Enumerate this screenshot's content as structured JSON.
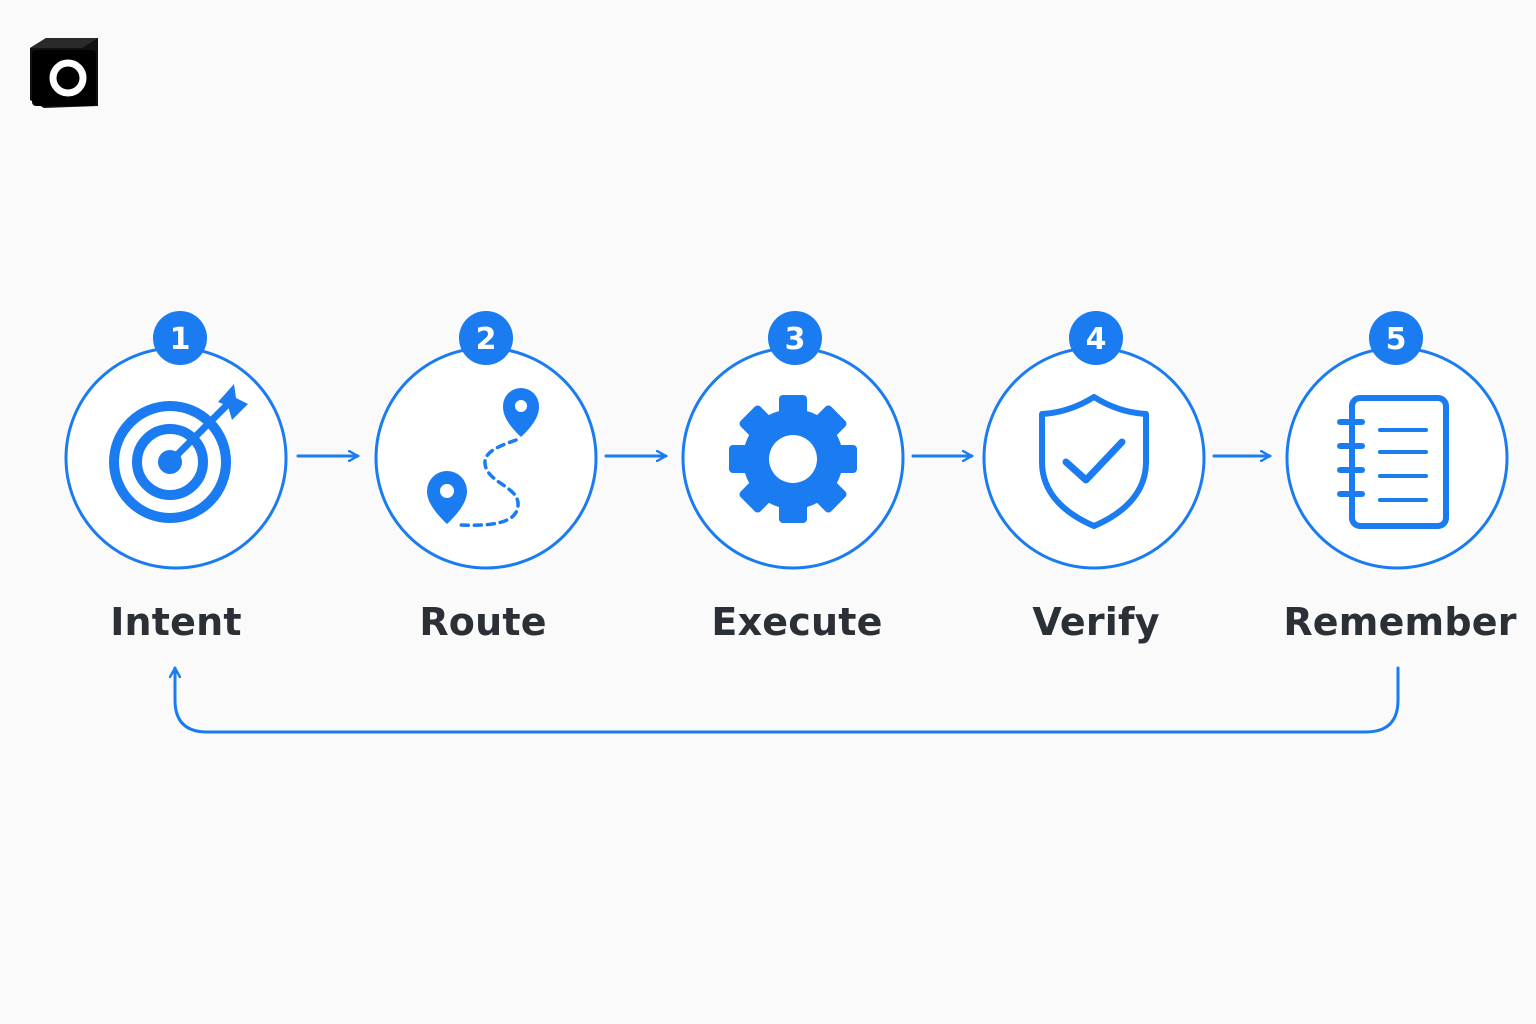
{
  "colors": {
    "accent": "#1a7cf0",
    "text": "#2b2f36",
    "background": "#fafafa"
  },
  "logo": {
    "icon": "camera-box-logo-icon"
  },
  "steps": [
    {
      "number": "1",
      "label": "Intent",
      "icon": "target-icon"
    },
    {
      "number": "2",
      "label": "Route",
      "icon": "route-icon"
    },
    {
      "number": "3",
      "label": "Execute",
      "icon": "gear-icon"
    },
    {
      "number": "4",
      "label": "Verify",
      "icon": "shield-check-icon"
    },
    {
      "number": "5",
      "label": "Remember",
      "icon": "notebook-icon"
    }
  ],
  "loop": {
    "icon": "loop-back-arrow-icon"
  }
}
